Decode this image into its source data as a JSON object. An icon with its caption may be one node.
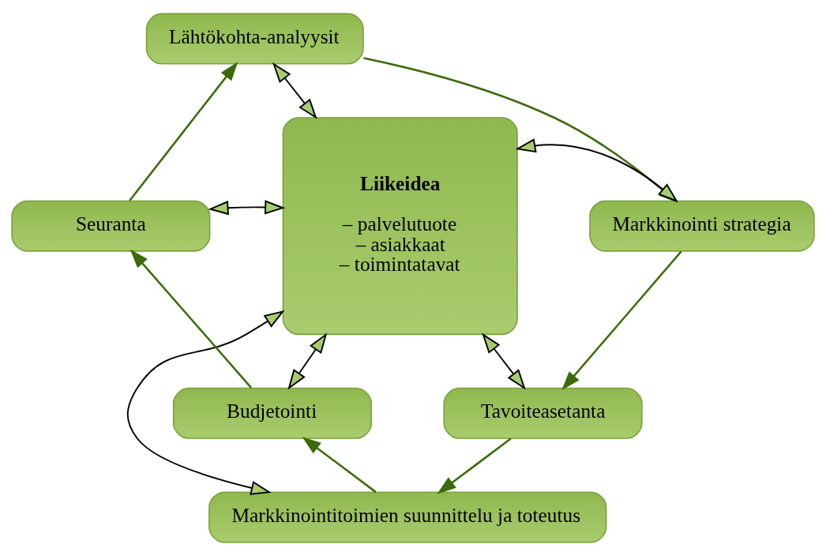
{
  "diagram": {
    "nodes": [
      {
        "text": [
          "Lähtökohta-analyysit"
        ]
      },
      {
        "text": [
          "Seuranta"
        ]
      },
      {
        "text": [
          "Markkinointi strategia"
        ]
      },
      {
        "text": [
          "Liikeidea",
          "– palvelutuote",
          "– asiakkaat",
          "– toimintatavat"
        ]
      },
      {
        "text": [
          "Budjetointi"
        ]
      },
      {
        "text": [
          "Tavoiteasetanta"
        ]
      },
      {
        "text": [
          "Markkinointitoimien suunnittelu ja toteutus"
        ]
      }
    ],
    "edges": [
      {
        "from": 1,
        "to": 0,
        "arrow": "to",
        "color": "#3d6b0c"
      },
      {
        "from": 0,
        "to": 2,
        "arrow": "to",
        "color": "#3d6b0c"
      },
      {
        "from": 2,
        "to": 5,
        "arrow": "to",
        "color": "#3d6b0c"
      },
      {
        "from": 5,
        "to": 6,
        "arrow": "to",
        "color": "#3d6b0c"
      },
      {
        "from": 6,
        "to": 4,
        "arrow": "to",
        "color": "#3d6b0c"
      },
      {
        "from": 4,
        "to": 1,
        "arrow": "to",
        "color": "#3d6b0c"
      },
      {
        "from": 0,
        "to": 3,
        "arrow": "both",
        "color": "#000000"
      },
      {
        "from": 1,
        "to": 3,
        "arrow": "both",
        "color": "#000000"
      },
      {
        "from": 3,
        "to": 2,
        "arrow": "both",
        "color": "#000000"
      },
      {
        "from": 4,
        "to": 3,
        "arrow": "both",
        "color": "#000000"
      },
      {
        "from": 3,
        "to": 5,
        "arrow": "both",
        "color": "#000000"
      },
      {
        "from": 3,
        "to": 6,
        "arrow": "both",
        "color": "#000000"
      }
    ]
  }
}
